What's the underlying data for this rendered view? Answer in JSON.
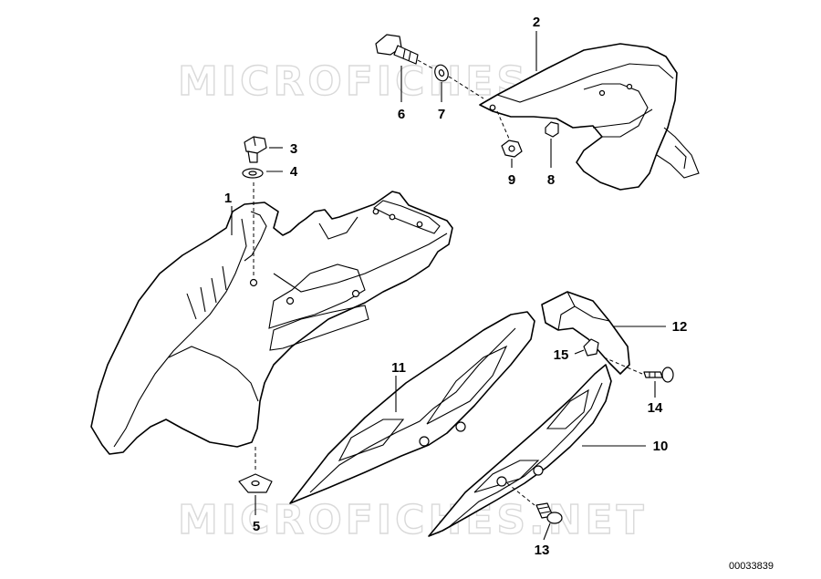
{
  "diagram": {
    "watermark": "MICROFICHES.NET",
    "reference_number": "00033839",
    "callouts": {
      "p1": "1",
      "p2": "2",
      "p3": "3",
      "p4": "4",
      "p5": "5",
      "p6": "6",
      "p7": "7",
      "p8": "8",
      "p9": "9",
      "p10": "10",
      "p11": "11",
      "p12": "12",
      "p13": "13",
      "p14": "14",
      "p15": "15"
    }
  }
}
